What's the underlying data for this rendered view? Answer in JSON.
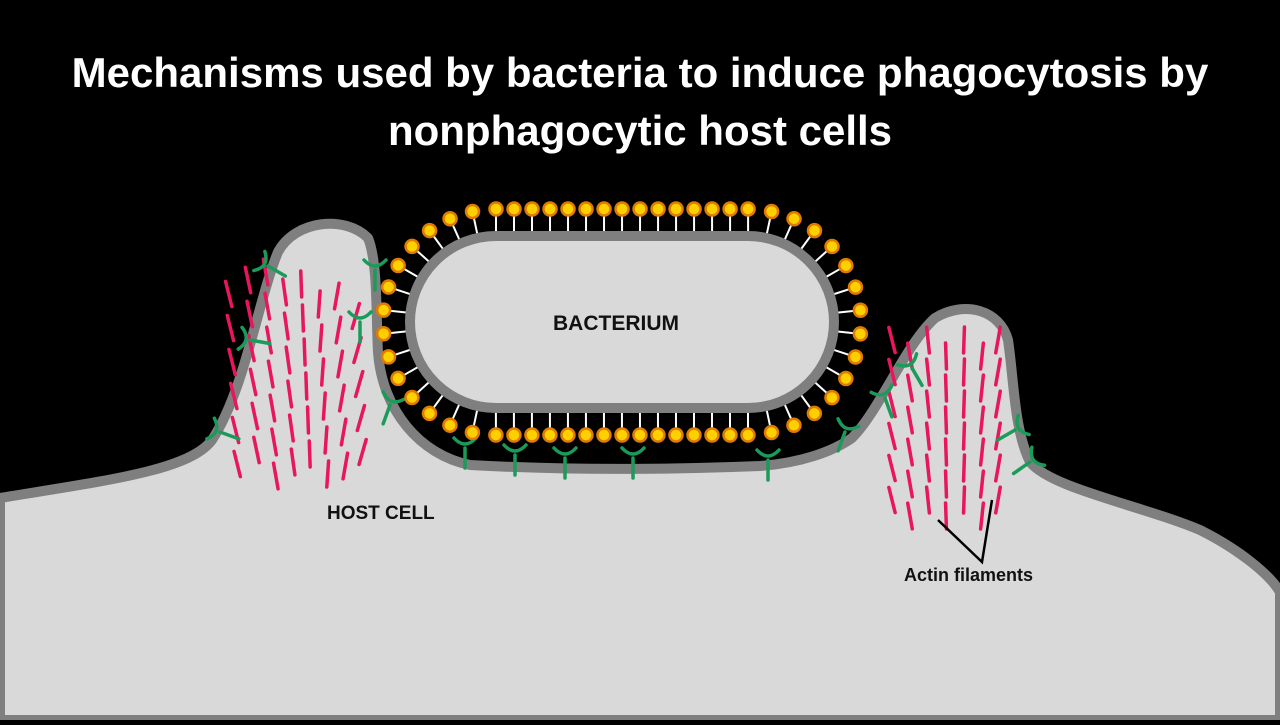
{
  "title": {
    "line1": "Mechanisms used by bacteria to induce phagocytosis by",
    "line2": "nonphagocytic host cells"
  },
  "labels": {
    "bacterium": "BACTERIUM",
    "host_cell": "HOST CELL",
    "actin": "Actin filaments"
  },
  "colors": {
    "background": "#000000",
    "cell_fill": "#d9d9d9",
    "membrane": "#7f7f7f",
    "actin": "#e8175d",
    "receptor": "#1a9b5a",
    "adhesin_fill": "#ffd000",
    "adhesin_stroke": "#e07b00",
    "stalk": "#ffffff"
  }
}
